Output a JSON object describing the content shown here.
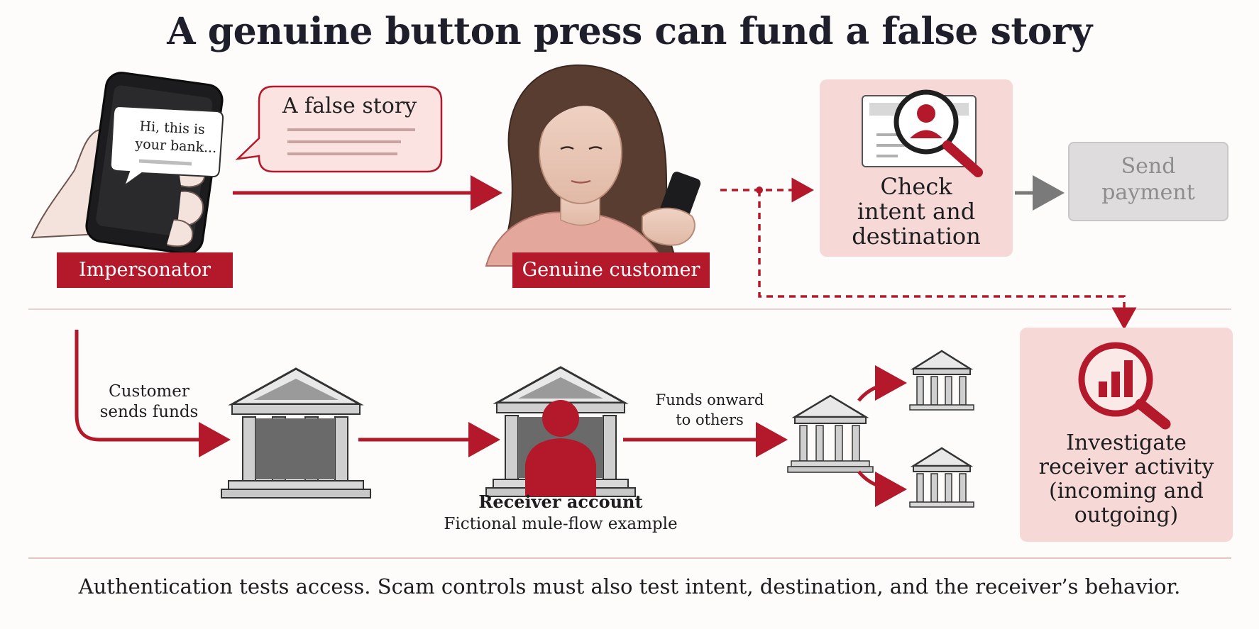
{
  "title": "A genuine button press can fund a false story",
  "impersonator": {
    "phone_message": [
      "Hi, this is",
      "your bank..."
    ],
    "label": "Impersonator"
  },
  "false_story": {
    "text": "A false story"
  },
  "customer": {
    "label": "Genuine customer"
  },
  "check_box": {
    "lines": [
      "Check",
      "intent and",
      "destination"
    ]
  },
  "send_box": {
    "lines": [
      "Send",
      "payment"
    ]
  },
  "flow": {
    "customer_sends": [
      "Customer",
      "sends funds"
    ],
    "funds_onward": [
      "Funds onward",
      "to others"
    ],
    "receiver_label": "Receiver account",
    "receiver_caption": "Fictional mule-flow example"
  },
  "investigate_box": {
    "lines": [
      "Investigate",
      "receiver activity",
      "(incoming and",
      "outgoing)"
    ]
  },
  "footer": "Authentication tests access. Scam controls must also test intent, destination, and the receiver’s behavior.",
  "colors": {
    "accent_red": "#b3192a",
    "pink_panel": "#f6d9d7",
    "gray_panel": "#dedcdc",
    "divider": "#e8c4c3"
  },
  "icons": [
    "hand-phone-icon",
    "speech-bubble-icon",
    "customer-portrait-icon",
    "id-card-magnifier-icon",
    "bank-building-icon",
    "receiver-person-icon",
    "bar-chart-magnifier-icon",
    "arrow-icon"
  ]
}
